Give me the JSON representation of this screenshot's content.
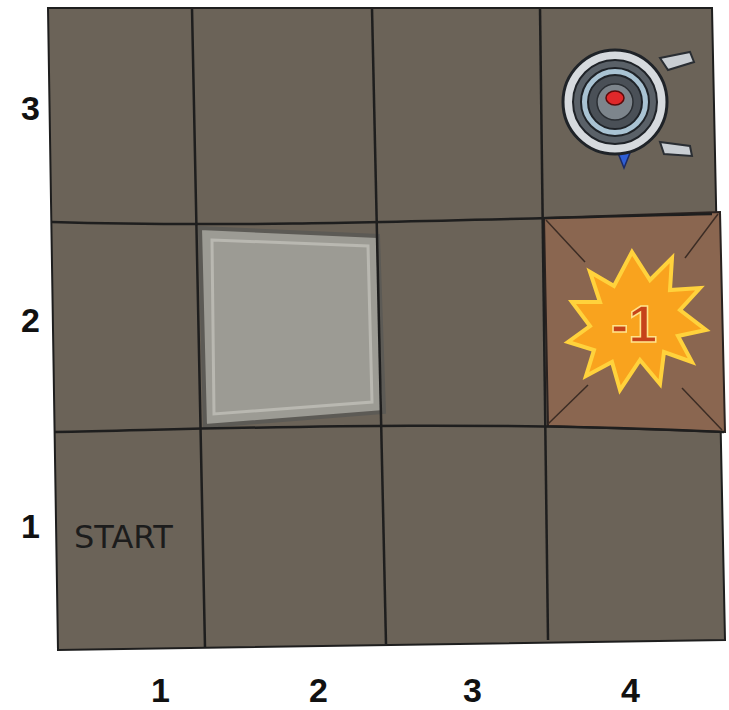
{
  "diagram": {
    "nodes": [
      {
        "text": [
          "-1"
        ]
      },
      {
        "text": [
          "START"
        ]
      }
    ],
    "labels": [
      "3",
      "2",
      "1",
      "1",
      "2",
      "3",
      "4"
    ]
  }
}
